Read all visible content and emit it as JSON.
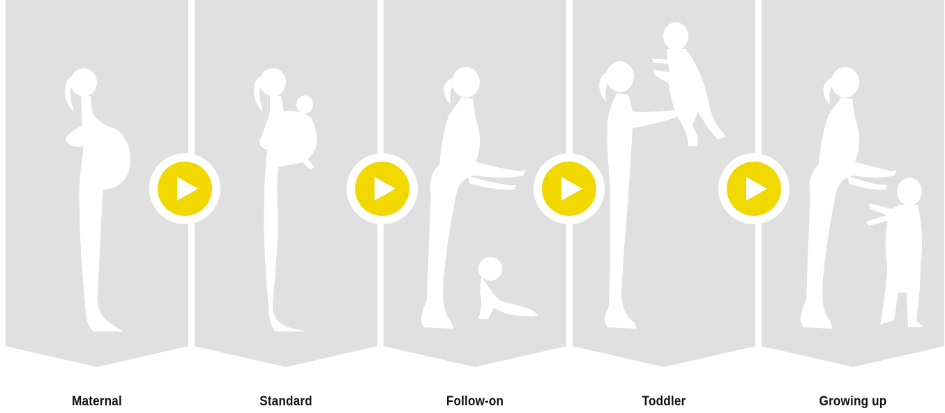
{
  "colors": {
    "banner": "#e0e0e0",
    "silhouette": "#ffffff",
    "accent": "#f0d800",
    "label": "#111111"
  },
  "stages": [
    {
      "label": "Maternal",
      "figure": "pregnant-woman-icon"
    },
    {
      "label": "Standard",
      "figure": "woman-holding-newborn-icon"
    },
    {
      "label": "Follow-on",
      "figure": "woman-with-crawling-baby-icon"
    },
    {
      "label": "Toddler",
      "figure": "woman-lifting-toddler-icon"
    },
    {
      "label": "Growing up",
      "figure": "woman-with-standing-child-icon"
    }
  ],
  "arrows": [
    {
      "icon": "play-arrow-icon"
    },
    {
      "icon": "play-arrow-icon"
    },
    {
      "icon": "play-arrow-icon"
    },
    {
      "icon": "play-arrow-icon"
    }
  ]
}
